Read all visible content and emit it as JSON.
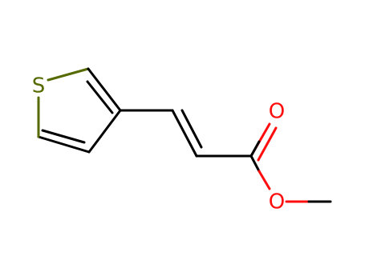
{
  "colors": {
    "background": "#ffffff",
    "carbon_bond": "#000000",
    "sulfur": "#556b00",
    "oxygen": "#ff0d0d"
  },
  "atoms": {
    "sulfur": "S",
    "carbonyl_oxygen": "O",
    "ester_oxygen": "O"
  }
}
